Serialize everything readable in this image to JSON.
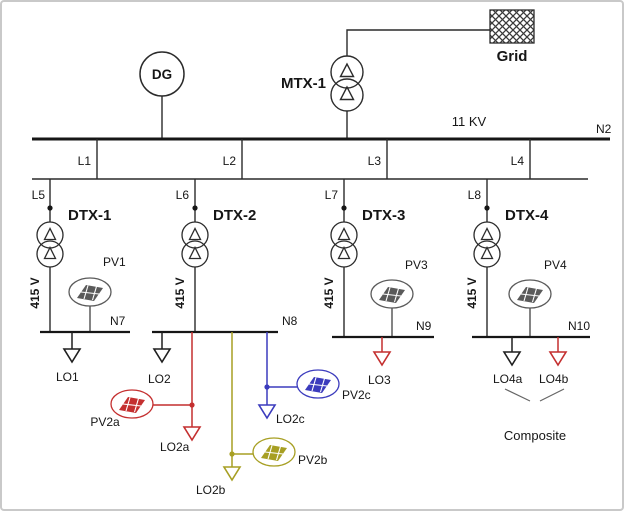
{
  "colors": {
    "line": "#1f1f1f",
    "red": "#c42f2f",
    "olive": "#a79f23",
    "blue": "#3b3bbd",
    "pv_gray": "#5a5a5a"
  },
  "top": {
    "dg": "DG",
    "mtx": "MTX-1",
    "grid": "Grid",
    "hv_bus_voltage": "11 KV",
    "hv_bus_node": "N2"
  },
  "feeders": {
    "links": {
      "l1": "L1",
      "l2": "L2",
      "l3": "L3",
      "l4": "L4"
    },
    "lines": {
      "l5": "L5",
      "l6": "L6",
      "l7": "L7",
      "l8": "L8"
    }
  },
  "transformers": {
    "dtx1": "DTX-1",
    "dtx2": "DTX-2",
    "dtx3": "DTX-3",
    "dtx4": "DTX-4",
    "lv_voltage": "415 V"
  },
  "lv_nodes": {
    "n7": "N7",
    "n8": "N8",
    "n9": "N9",
    "n10": "N10"
  },
  "loads": {
    "lo1": "LO1",
    "lo2": "LO2",
    "lo2a": "LO2a",
    "lo2b": "LO2b",
    "lo2c": "LO2c",
    "lo3": "LO3",
    "lo4a": "LO4a",
    "lo4b": "LO4b",
    "composite": "Composite"
  },
  "pv_units": {
    "pv1": "PV1",
    "pv2a": "PV2a",
    "pv2b": "PV2b",
    "pv2c": "PV2c",
    "pv3": "PV3",
    "pv4": "PV4"
  }
}
